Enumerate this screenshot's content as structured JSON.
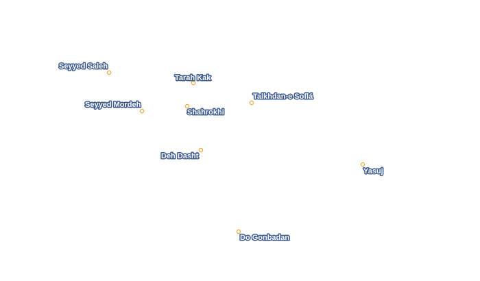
{
  "map": {
    "places": [
      {
        "name": "Seyyed Saleh"
      },
      {
        "name": "Tarah Kak"
      },
      {
        "name": "Seyyed Mordeh"
      },
      {
        "name": "Shahrokhi"
      },
      {
        "name": "Talkhdan-e Soflá"
      },
      {
        "name": "Deh Dasht"
      },
      {
        "name": "Yasuj"
      },
      {
        "name": "Do Gonbadan"
      }
    ],
    "colors": {
      "marker": "#e8a93a",
      "label_halo": "#3c5a8f",
      "label_text": "#ffffff",
      "background": "#ffffff"
    }
  }
}
